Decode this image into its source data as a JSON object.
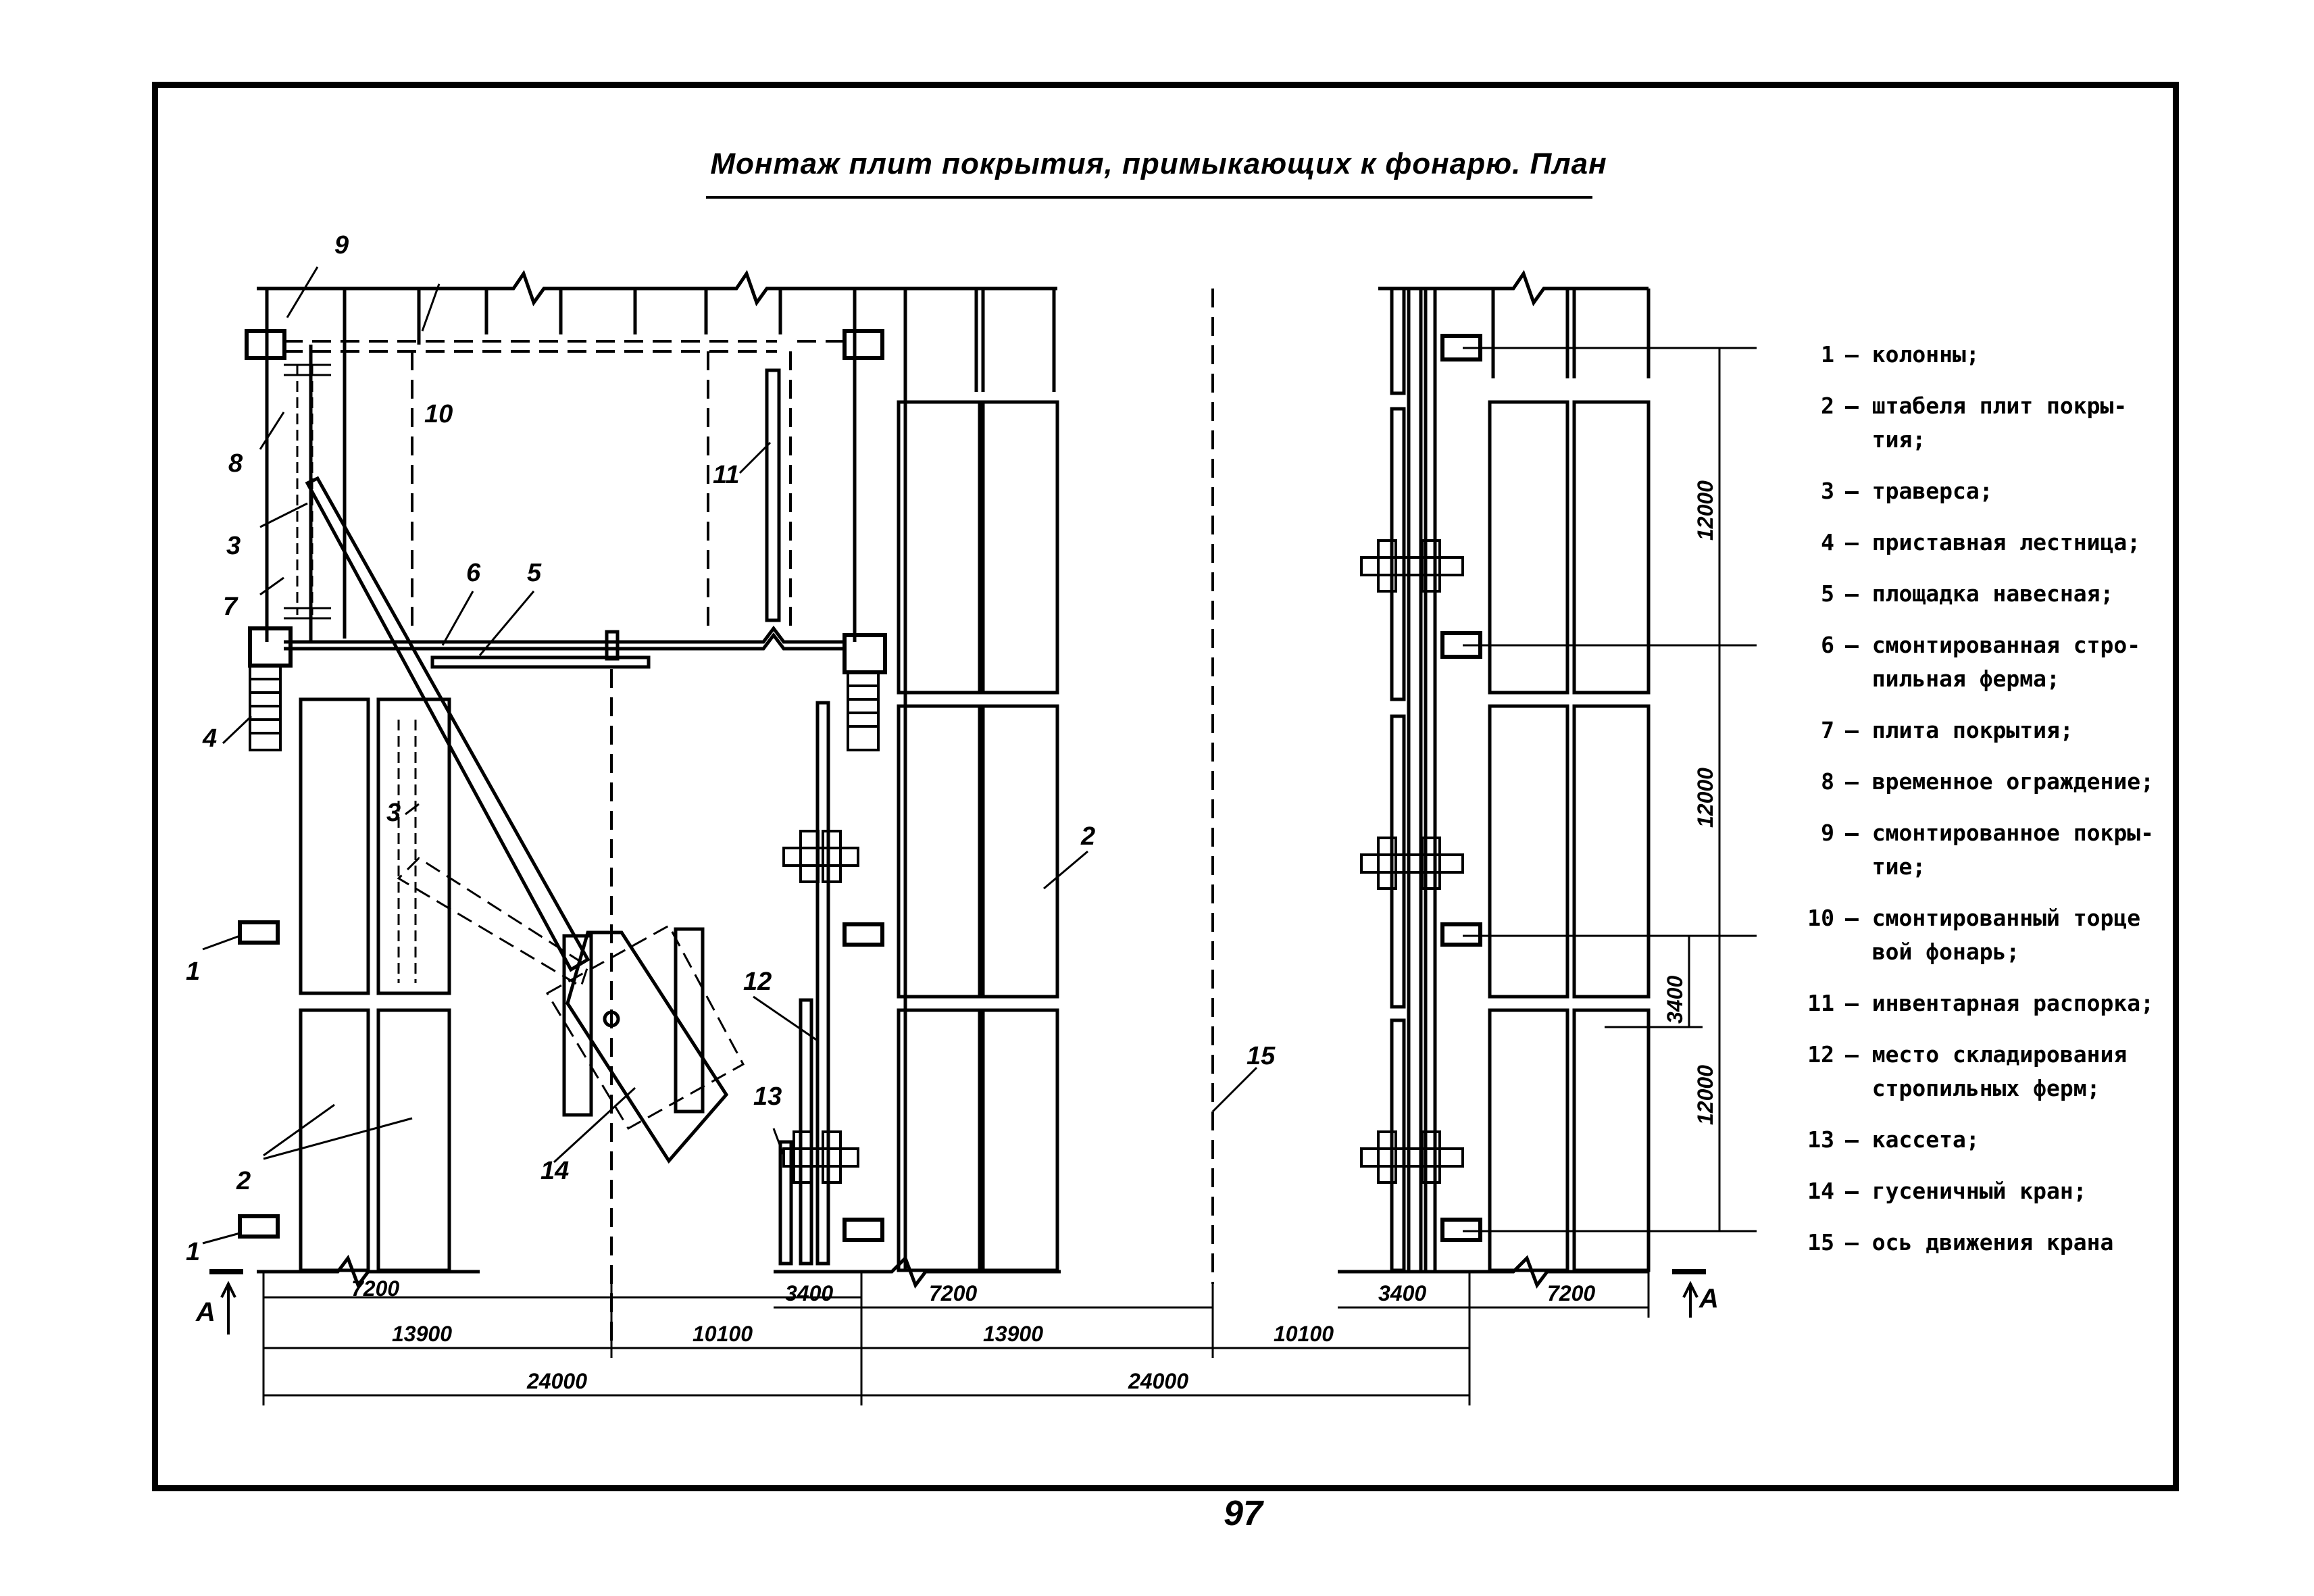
{
  "title": "Монтаж плит покрытия, примыкающих к фонарю. План",
  "page_number": "97",
  "legend": [
    {
      "num": "1",
      "text": "колонны;"
    },
    {
      "num": "2",
      "text": "штабеля плит покры-\nтия;"
    },
    {
      "num": "3",
      "text": "траверса;"
    },
    {
      "num": "4",
      "text": "приставная лестница;"
    },
    {
      "num": "5",
      "text": "площадка навесная;"
    },
    {
      "num": "6",
      "text": "смонтированная стро-\nпильная ферма;"
    },
    {
      "num": "7",
      "text": "плита покрытия;"
    },
    {
      "num": "8",
      "text": "временное ограждение;"
    },
    {
      "num": "9",
      "text": "смонтированное покры-\nтие;"
    },
    {
      "num": "10",
      "text": "смонтированный торце\nвой фонарь;"
    },
    {
      "num": "11",
      "text": "инвентарная распорка;"
    },
    {
      "num": "12",
      "text": "место складирования\nстропильных ферм;"
    },
    {
      "num": "13",
      "text": "кассета;"
    },
    {
      "num": "14",
      "text": "гусеничный кран;"
    },
    {
      "num": "15",
      "text": "ось движения крана"
    }
  ],
  "callouts": {
    "c1a": "1",
    "c1b": "1",
    "c2a": "2",
    "c2b": "2",
    "c3a": "3",
    "c3b": "3",
    "c4": "4",
    "c5": "5",
    "c6": "6",
    "c7": "7",
    "c8": "8",
    "c9": "9",
    "c10": "10",
    "c11": "11",
    "c12": "12",
    "c13": "13",
    "c14": "14",
    "c15": "15"
  },
  "dimensions": {
    "d7200a": "7200",
    "d13900a": "13900",
    "d10100a": "10100",
    "d24000a": "24000",
    "d3400a": "3400",
    "d7200b": "7200",
    "d13900b": "13900",
    "d24000b": "24000",
    "d10100b": "10100",
    "d3400b": "3400",
    "d7200c": "7200",
    "v12000a": "12000",
    "v12000b": "12000",
    "v12000c": "12000",
    "v3400": "3400"
  },
  "section_marks": {
    "left": "A",
    "right": "A"
  }
}
